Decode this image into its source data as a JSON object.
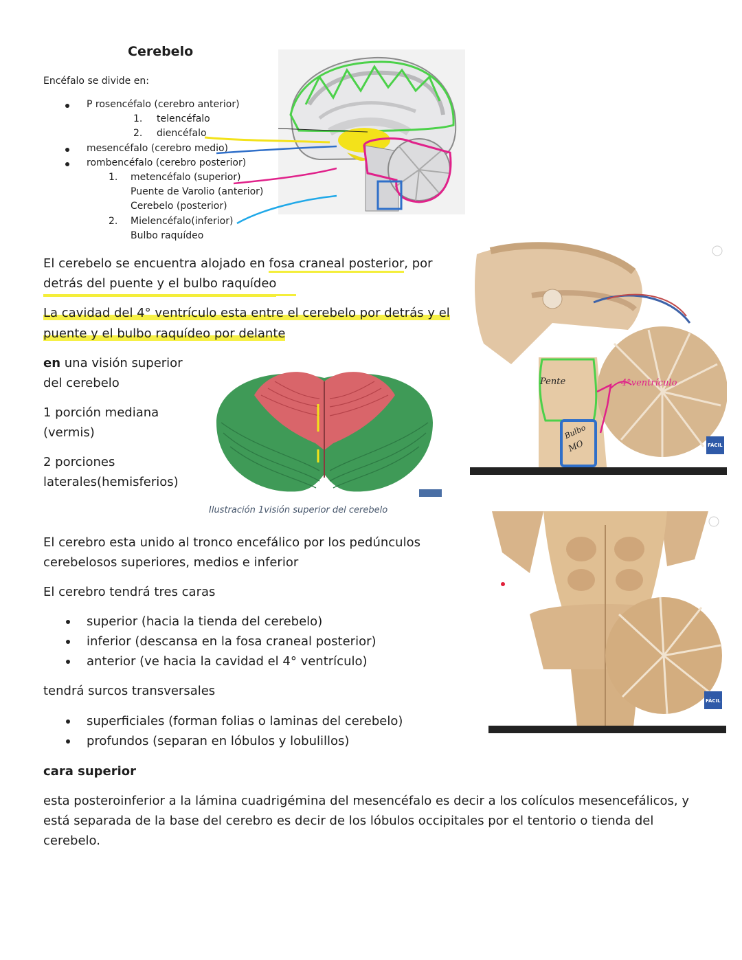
{
  "title": "Cerebelo",
  "intro": "Encéfalo se divide en:",
  "divisions": {
    "p1": "P rosencéfalo (cerebro anterior)",
    "p1_1_num": "1.",
    "p1_1": "telencéfalo",
    "p1_2_num": "2.",
    "p1_2": "diencéfalo",
    "p2": "mesencéfalo (cerebro medio)",
    "p3": "rombencéfalo (cerebro posterior)",
    "p3_1_num": "1.",
    "p3_1": "metencéfalo (superior)",
    "p3_1a": "Puente de Varolio (anterior)",
    "p3_1b": "Cerebelo (posterior)",
    "p3_2_num": "2.",
    "p3_2": "Mielencéfalo(inferior)",
    "p3_2a": "Bulbo raquídeo"
  },
  "para1": {
    "a": "El cerebelo se encuentra alojado en ",
    "b": "fosa craneal posterior",
    "c": ", por",
    "d": "detrás del puente y el bulbo raquídeo"
  },
  "para2": {
    "a": "La cavidad del 4° ventrículo esta entre el cerebelo por detrás y el",
    "b": "puente y el bulbo raquídeo por delante"
  },
  "vision": {
    "l1a": "en",
    "l1b": " una visión superior",
    "l2": "del cerebelo",
    "l3": "1 porción mediana",
    "l4": "(vermis)",
    "l5": "2 porciones",
    "l6": "laterales(hemisferios)"
  },
  "caption": "Ilustración 1visión superior del cerebelo",
  "para3": {
    "l1": "El cerebro esta unido al tronco encefálico por los pedúnculos",
    "l2": "cerebelosos superiores, medios e inferior"
  },
  "caras_intro": "El cerebro tendrá tres caras",
  "caras": [
    "superior (hacia la tienda del cerebelo)",
    "inferior (descansa en la fosa craneal posterior)",
    "anterior (ve hacia la cavidad el 4° ventrículo)"
  ],
  "surcos_intro": "tendrá surcos transversales",
  "surcos": [
    "superficiales (forman folias o laminas del cerebelo)",
    "profundos (separan en lóbulos y lobulillos)"
  ],
  "cara_superior_title": "cara superior",
  "cara_superior": [
    "esta posteroinferior a la lámina cuadrigémina del mesencéfalo es decir a los colículos mesencefálicos, y",
    "está separada de la base del cerebro es decir de los lóbulos occipitales por el tentorio o tienda del",
    "cerebelo."
  ],
  "annotations": {
    "pons": "Pente",
    "ventricle": "4°ventrículo",
    "bulbo": "Bulbo",
    "mo": "MO"
  },
  "watermark": "FÁCIL",
  "colors": {
    "highlight": "#f4ee3a",
    "green_outline": "#4cd14a",
    "yellow_outline": "#f3e21a",
    "blue_outline": "#2f6fc9",
    "magenta_outline": "#e0218a",
    "cyan_line": "#1fa8e8"
  }
}
